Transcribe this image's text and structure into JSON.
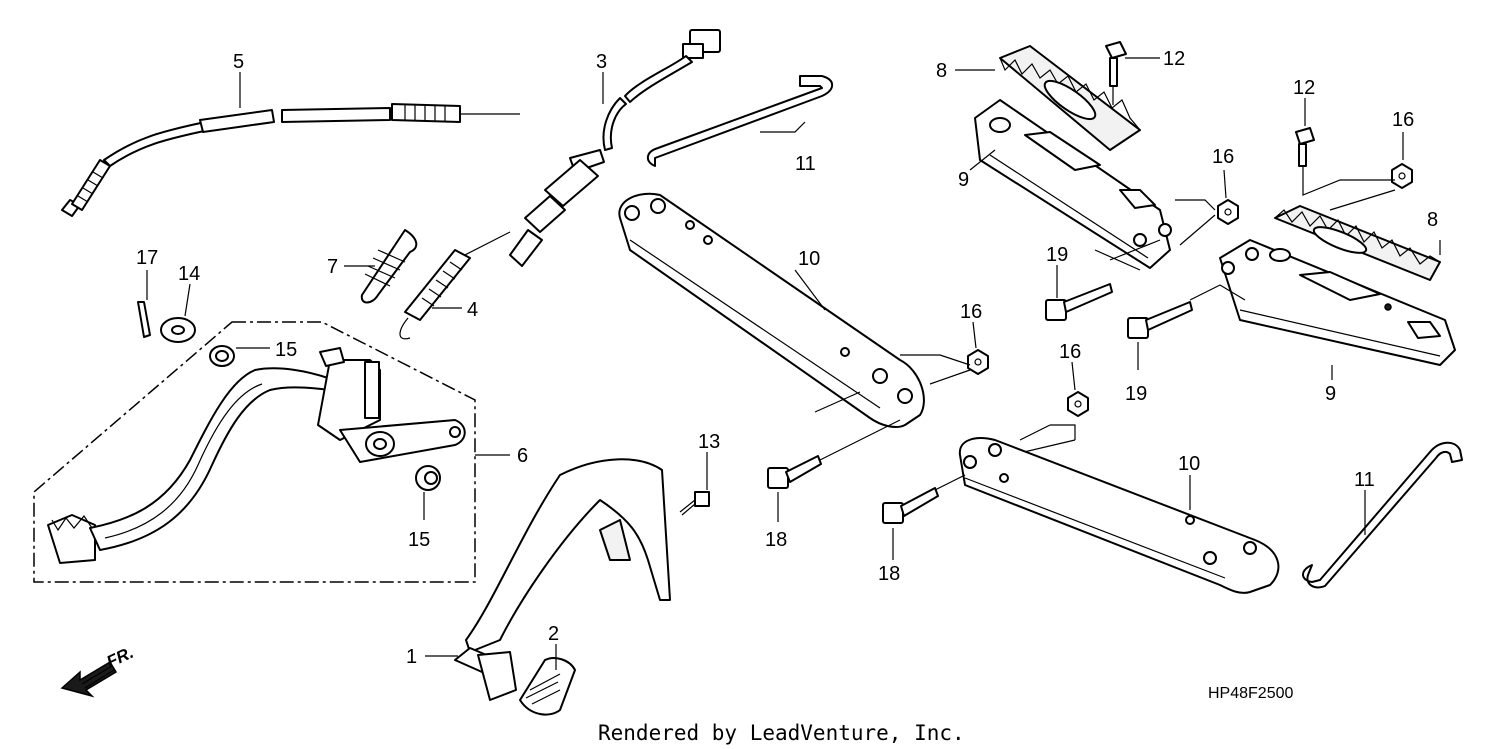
{
  "diagram": {
    "callouts": {
      "c1": "1",
      "c2": "2",
      "c3": "3",
      "c4": "4",
      "c5": "5",
      "c6": "6",
      "c7": "7",
      "c8a": "8",
      "c8b": "8",
      "c9a": "9",
      "c9b": "9",
      "c10a": "10",
      "c10b": "10",
      "c11a": "11",
      "c11b": "11",
      "c12a": "12",
      "c12b": "12",
      "c13": "13",
      "c14": "14",
      "c15a": "15",
      "c15b": "15",
      "c16a": "16",
      "c16b": "16",
      "c16c": "16",
      "c16d": "16",
      "c17": "17",
      "c18a": "18",
      "c18b": "18",
      "c19a": "19",
      "c19b": "19"
    },
    "direction_label": "FR.",
    "diagram_code": "HP48F2500",
    "credit": "Rendered by LeadVenture, Inc."
  }
}
